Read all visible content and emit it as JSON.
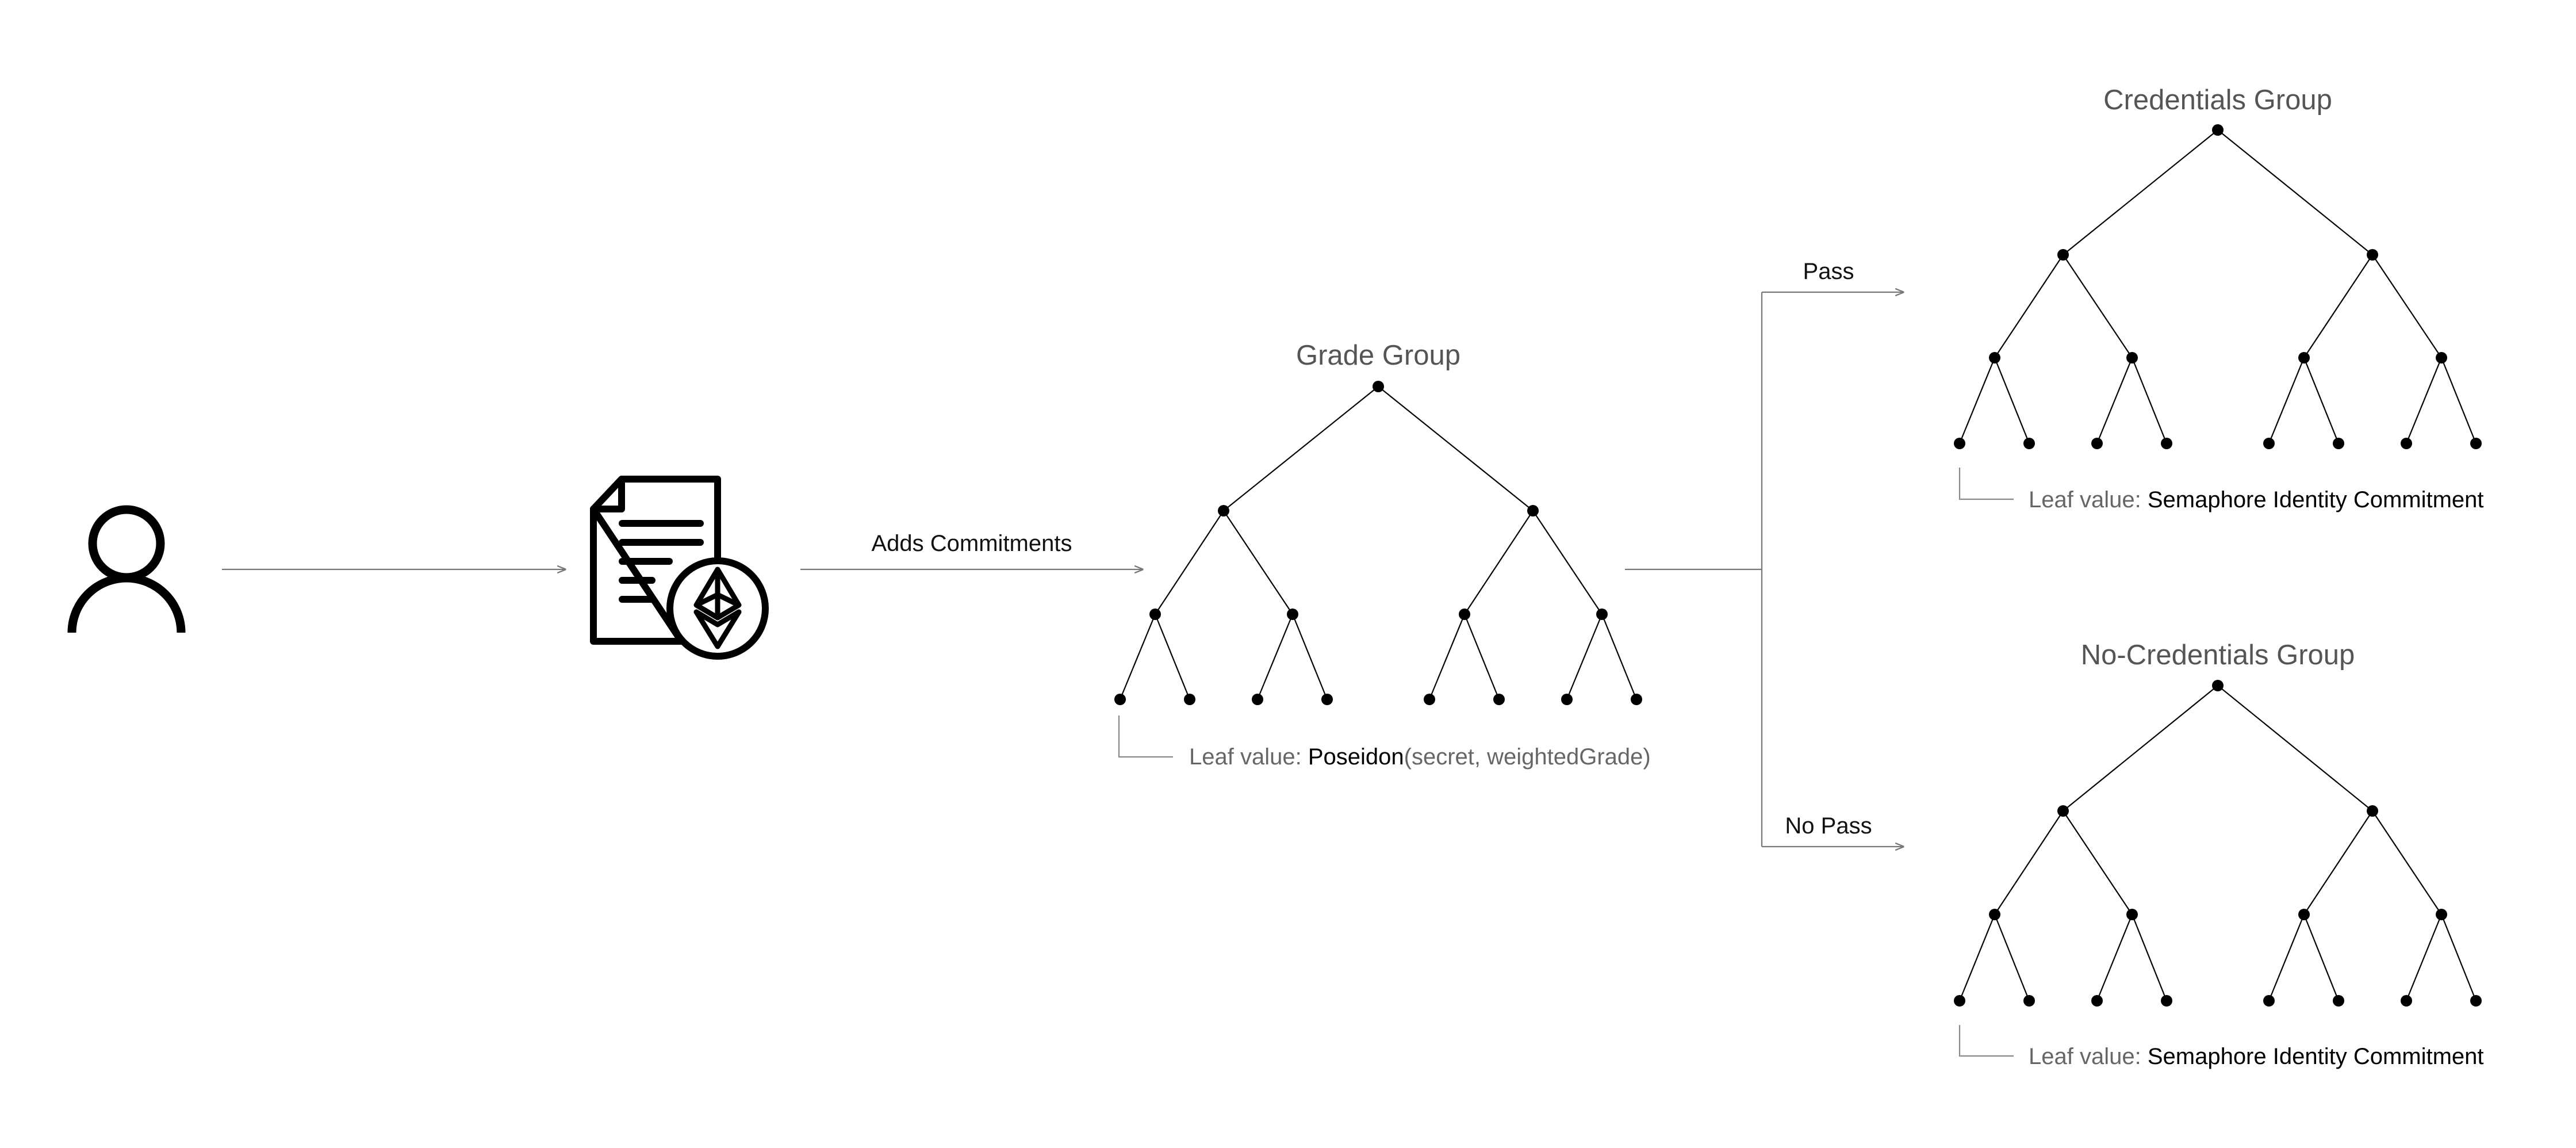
{
  "edges": {
    "adds_commitments": "Adds Commitments",
    "pass": "Pass",
    "no_pass": "No Pass"
  },
  "trees": {
    "grade": {
      "title": "Grade Group",
      "leaf_prefix": "Leaf value: ",
      "leaf_strong": "Poseidon",
      "leaf_rest": "(secret, weightedGrade)"
    },
    "credentials": {
      "title": "Credentials Group",
      "leaf_prefix": "Leaf value: ",
      "leaf_strong": "Semaphore Identity Commitment",
      "leaf_rest": ""
    },
    "no_credentials": {
      "title": "No-Credentials Group",
      "leaf_prefix": "Leaf value: ",
      "leaf_strong": "Semaphore Identity Commitment",
      "leaf_rest": ""
    }
  },
  "icons": {
    "user": "user-icon",
    "contract": "smart-contract-ethereum-icon"
  }
}
